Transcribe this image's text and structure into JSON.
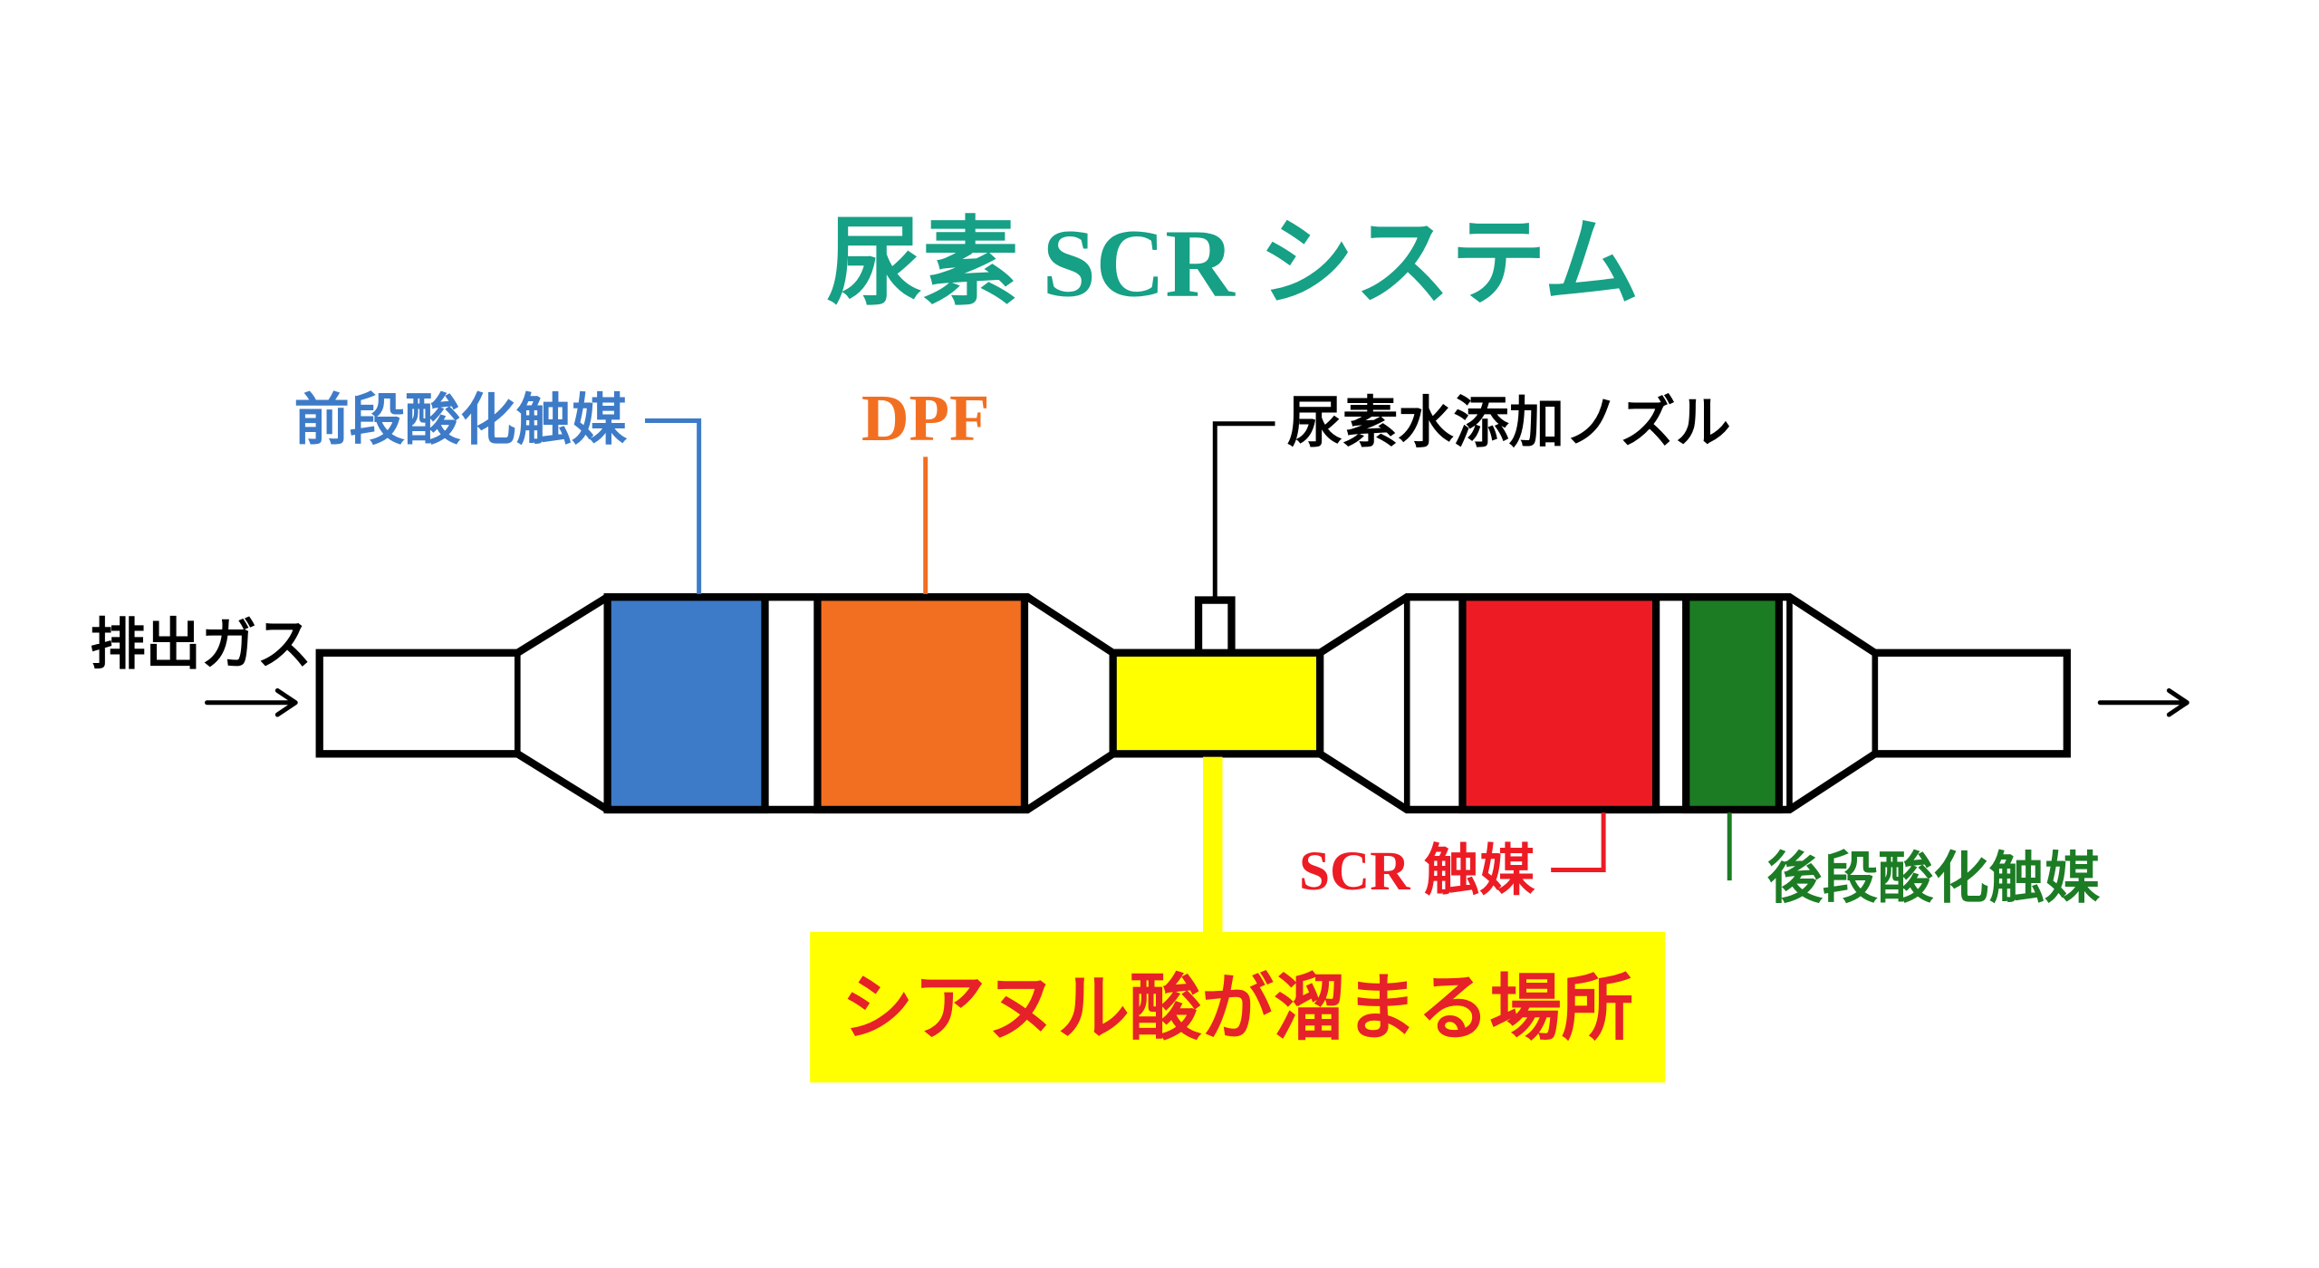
{
  "title": "尿素 SCR システム",
  "labels": {
    "exhaust_gas": "排出ガス",
    "front_catalyst": "前段酸化触媒",
    "dpf": "DPF",
    "urea_nozzle": "尿素水添加ノズル",
    "scr_catalyst": "SCR 触媒",
    "rear_catalyst": "後段酸化触媒",
    "note": "シアヌル酸が溜まる場所"
  },
  "colors": {
    "title": "#16a085",
    "front_catalyst": "#3d7bc8",
    "dpf": "#f26f21",
    "scr_catalyst": "#ed1c24",
    "rear_catalyst": "#1c7c24",
    "highlight": "#ffff00",
    "note_text": "#e62129",
    "outline": "#000000"
  }
}
